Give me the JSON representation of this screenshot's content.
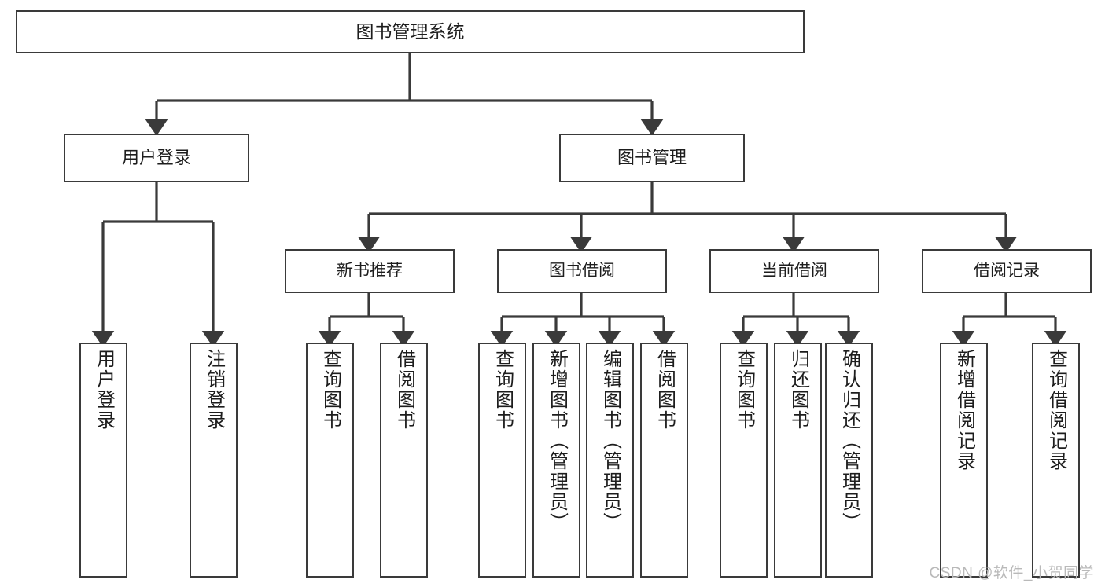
{
  "diagram": {
    "title": "图书管理系统",
    "type": "tree",
    "background_color": "#ffffff",
    "box_border_color": "#3a3a3a",
    "text_color": "#1d1d1d",
    "connector_color": "#3a3a3a",
    "watermark": "CSDN @软件_小贺同学",
    "nodes": {
      "root": {
        "label": "图书管理系统"
      },
      "level2": [
        {
          "label": "用户登录"
        },
        {
          "label": "图书管理"
        }
      ],
      "level3": [
        {
          "label": "新书推荐"
        },
        {
          "label": "图书借阅"
        },
        {
          "label": "当前借阅"
        },
        {
          "label": "借阅记录"
        }
      ],
      "leaves": {
        "user_login": [
          {
            "label": "用户登录"
          },
          {
            "label": "注销登录"
          }
        ],
        "new_book_recommend": [
          {
            "label": "查询图书"
          },
          {
            "label": "借阅图书"
          }
        ],
        "book_borrow": [
          {
            "label": "查询图书"
          },
          {
            "label": "新增图书（管理员）"
          },
          {
            "label": "编辑图书（管理员）"
          },
          {
            "label": "借阅图书"
          }
        ],
        "current_borrow": [
          {
            "label": "查询图书"
          },
          {
            "label": "归还图书"
          },
          {
            "label": "确认归还（管理员）"
          }
        ],
        "borrow_record": [
          {
            "label": "新增借阅记录"
          },
          {
            "label": "查询借阅记录"
          }
        ]
      }
    }
  }
}
